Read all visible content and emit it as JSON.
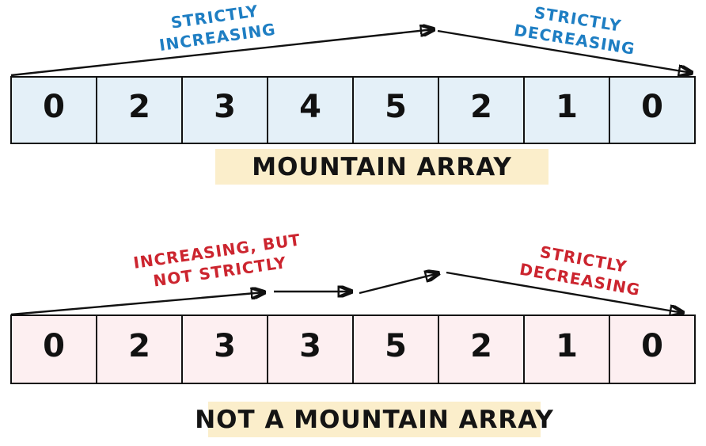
{
  "colors": {
    "cell_blue": "#e4f0f8",
    "cell_pink": "#fdeff1",
    "caption_bg": "#fbeecb",
    "blue_text": "#1e7ec3",
    "red_text": "#cc252f",
    "line_color": "#111111"
  },
  "sections": [
    {
      "name": "mountain",
      "values": [
        "0",
        "2",
        "3",
        "4",
        "5",
        "2",
        "1",
        "0"
      ],
      "caption": "MOUNTAIN ARRAY",
      "left_annotation": [
        "STRICTLY",
        "INCREASING"
      ],
      "right_annotation": [
        "STRICTLY",
        "DECREASING"
      ]
    },
    {
      "name": "not-mountain",
      "values": [
        "0",
        "2",
        "3",
        "3",
        "5",
        "2",
        "1",
        "0"
      ],
      "caption": "NOT A MOUNTAIN ARRAY",
      "left_annotation": [
        "INCREASING, BUT",
        "NOT STRICTLY"
      ],
      "right_annotation": [
        "STRICTLY",
        "DECREASING"
      ]
    }
  ]
}
